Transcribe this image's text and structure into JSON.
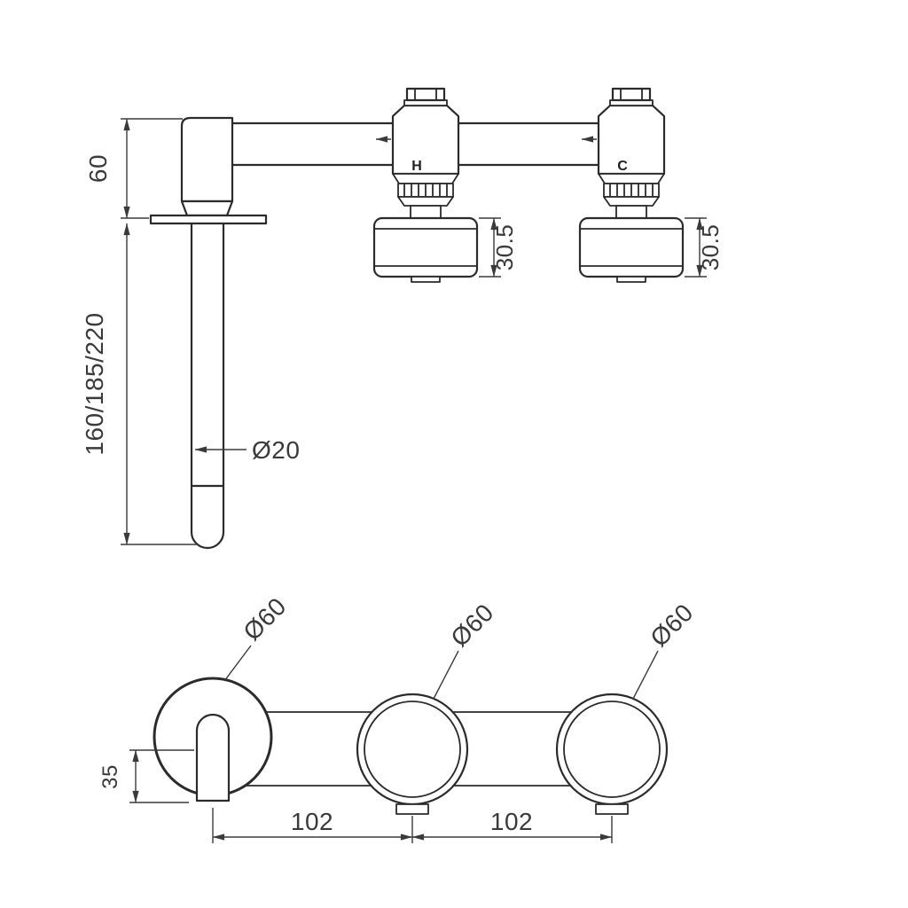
{
  "drawing": {
    "side_view": {
      "spout_height_dim": "60",
      "spout_length_dim": "160/185/220",
      "spout_diameter_dim": "Ø20",
      "hot_label": "H",
      "cold_label": "C",
      "hot_escutcheon_dim": "30.5",
      "cold_escutcheon_dim": "30.5"
    },
    "front_view": {
      "left_flange_dim": "Ø60",
      "center_flange_dim": "Ø60",
      "right_flange_dim": "Ø60",
      "spout_drop_dim": "35",
      "left_spacing_dim": "102",
      "right_spacing_dim": "102"
    }
  },
  "colors": {
    "line": "#2b2b2b",
    "dimension": "#3a3a3a",
    "background": "#ffffff"
  }
}
